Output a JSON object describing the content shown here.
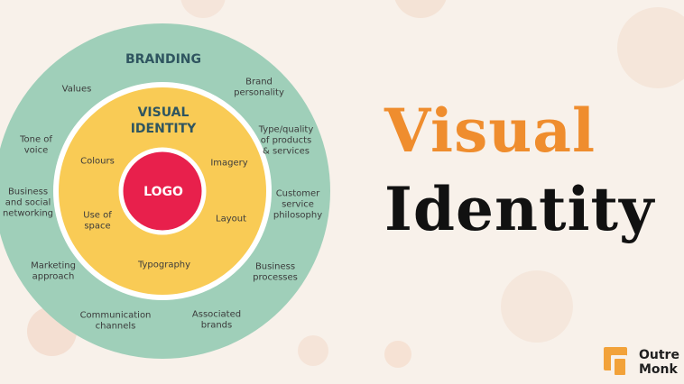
{
  "colors": {
    "background": "#f8f1ea",
    "outer_ring": "#9fcfb9",
    "middle_ring": "#f9cb55",
    "logo_circle": "#e8204c",
    "branding_label": "#2f5560",
    "ring_text": "#3b3b3b",
    "title_accent": "#ef8d2e",
    "title_dark": "#111111",
    "brand_mark": "#f2a23a"
  },
  "diagram": {
    "outer_title": "BRANDING",
    "outer_items": [
      [
        "Values"
      ],
      [
        "Brand",
        "personality"
      ],
      [
        "Tone of",
        "voice"
      ],
      [
        "Type/quality",
        "of products",
        "& services"
      ],
      [
        "Business",
        "and social",
        "networking"
      ],
      [
        "Customer",
        "service",
        "philosophy"
      ],
      [
        "Marketing",
        "approach"
      ],
      [
        "Business",
        "processes"
      ],
      [
        "Communication",
        "channels"
      ],
      [
        "Associated",
        "brands"
      ]
    ],
    "middle_title": [
      "VISUAL",
      "IDENTITY"
    ],
    "middle_items": [
      [
        "Colours"
      ],
      [
        "Imagery"
      ],
      [
        "Use of",
        "space"
      ],
      [
        "Layout"
      ],
      [
        "Typography"
      ]
    ],
    "core": "LOGO"
  },
  "title": {
    "line1": "Visual",
    "line2": "Identity"
  },
  "brand": {
    "name_line1": "Outre",
    "name_line2": "Monk"
  }
}
